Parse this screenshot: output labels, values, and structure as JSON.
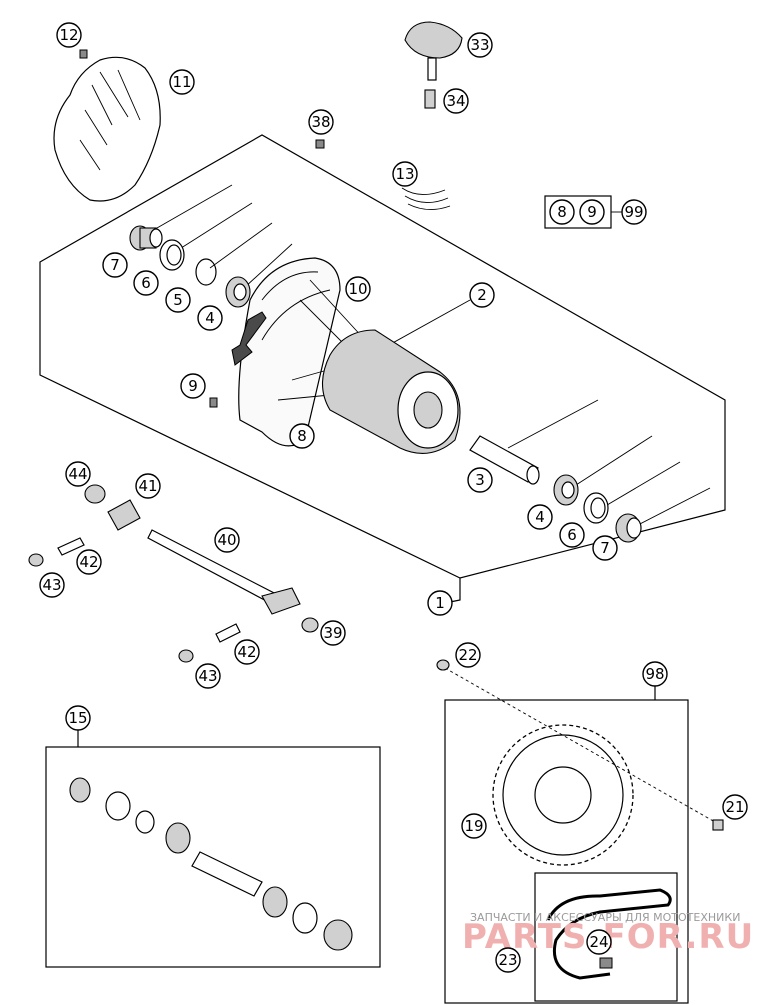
{
  "callouts": {
    "c12": "12",
    "c11": "11",
    "c33": "33",
    "c34": "34",
    "c38": "38",
    "c13": "13",
    "c8box": "8",
    "c9box": "9",
    "c99": "99",
    "c7a": "7",
    "c6a": "6",
    "c5": "5",
    "c4a": "4",
    "c10": "10",
    "c2": "2",
    "c9": "9",
    "c8": "8",
    "c3": "3",
    "c4b": "4",
    "c6b": "6",
    "c7b": "7",
    "c44": "44",
    "c41": "41",
    "c40": "40",
    "c42a": "42",
    "c43a": "43",
    "c39": "39",
    "c42b": "42",
    "c43b": "43",
    "c1": "1",
    "c22": "22",
    "c98": "98",
    "c15": "15",
    "c21": "21",
    "c19": "19",
    "c24": "24",
    "c23": "23"
  },
  "watermark": {
    "top_text": "ЗАПЧАСТИ И АКСЕССУАРЫ ДЛЯ МОТОТЕХНИКИ",
    "brand_text": "PARTS-FOR.RU"
  },
  "colors": {
    "line": "#000000",
    "shade": "#d0d0d0",
    "watermark": "#f0b0b0"
  }
}
